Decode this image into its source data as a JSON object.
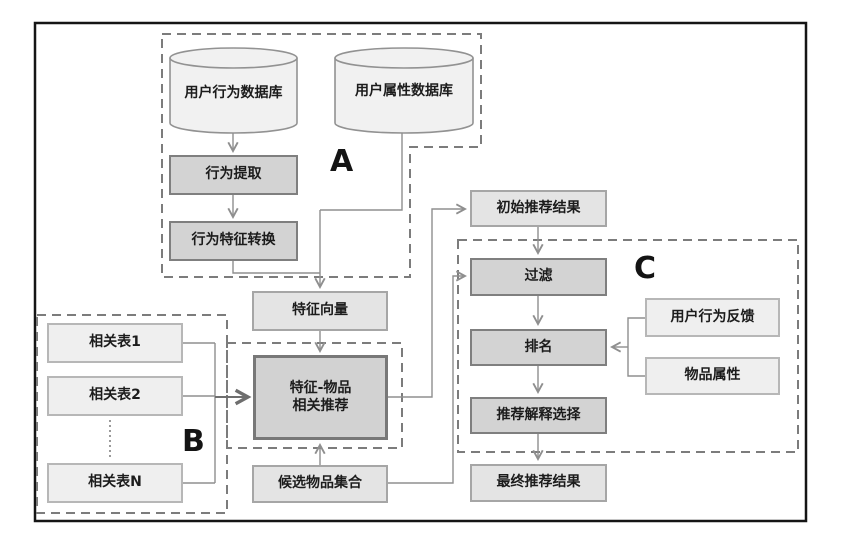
{
  "section_labels": {
    "a": "A",
    "b": "B",
    "c": "C"
  },
  "databases": {
    "behavior": "用户行为数据库",
    "attribute": "用户属性数据库"
  },
  "nodes": {
    "behavior_extract": "行为提取",
    "behavior_feature_convert": "行为特征转换",
    "feature_vector": "特征向量",
    "feature_item_rec_line1": "特征-物品",
    "feature_item_rec_line2": "相关推荐",
    "candidate_items": "候选物品集合",
    "initial_result": "初始推荐结果",
    "filter": "过滤",
    "ranking": "排名",
    "explanation_select": "推荐解释选择",
    "final_result": "最终推荐结果",
    "rel_table_1": "相关表1",
    "rel_table_2": "相关表2",
    "rel_table_n": "相关表N",
    "user_feedback": "用户行为反馈",
    "item_attributes": "物品属性"
  },
  "colors": {
    "process_box_fill": "#d3d3d3",
    "process_box_border": "#7f7f7f",
    "io_box_fill": "#e4e4e4",
    "io_box_border": "#a6a6a6",
    "source_box_fill": "#efefef",
    "source_box_border": "#b7b7b7",
    "cylinder_fill": "#f1f1f1",
    "connector_line": "#8f8f8f",
    "dashed_outline": "#7c7c7c",
    "outer_frame": "#151515"
  }
}
